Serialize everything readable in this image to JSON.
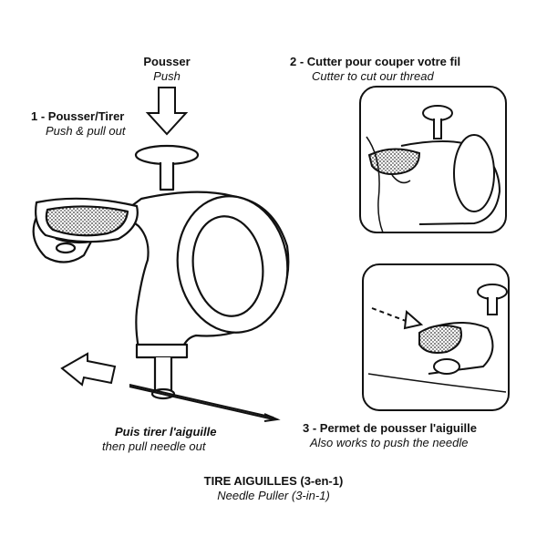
{
  "labels": {
    "push_fr": "Pousser",
    "push_en": "Push",
    "step1_fr": "1 - Pousser/Tirer",
    "step1_en": "Push & pull out",
    "step2_fr": "2 - Cutter pour couper votre fil",
    "step2_en": "Cutter to cut our thread",
    "pull_fr": "Puis tirer l'aiguille",
    "pull_en": "then pull needle out",
    "step3_fr": "3 - Permet de pousser l'aiguille",
    "step3_en": "Also works to push the needle",
    "title_fr": "TIRE AIGUILLES (3-en-1)",
    "title_en": "Needle Puller (3-in-1)"
  },
  "colors": {
    "ink": "#111111",
    "paper": "#ffffff",
    "fill": "#999999"
  }
}
